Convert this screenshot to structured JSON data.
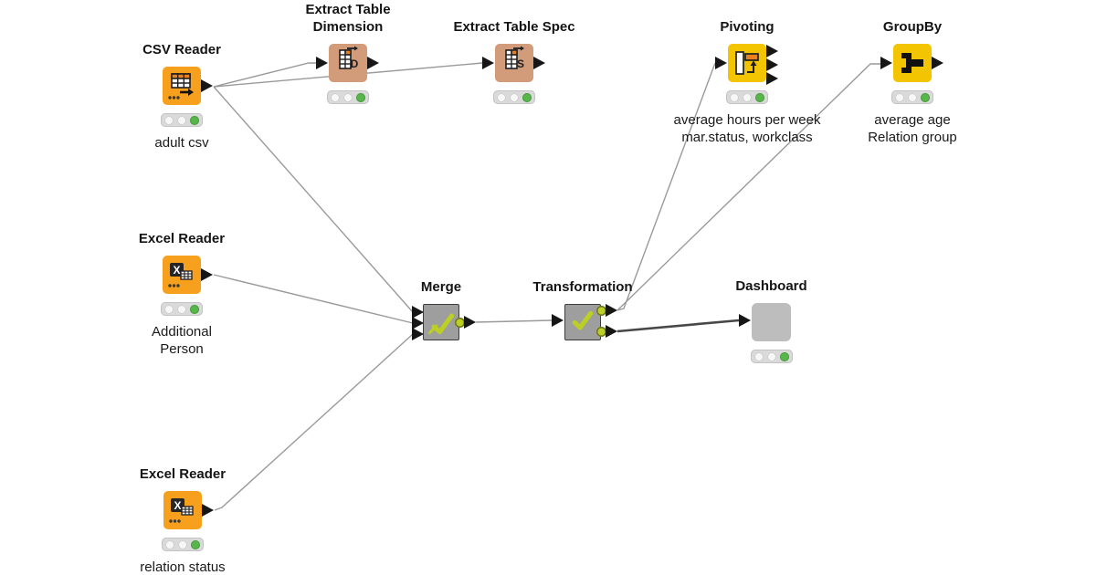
{
  "app": {
    "name": "workflow-editor-canvas",
    "background": "#FFFFFF"
  },
  "colors": {
    "reader_orange": "#F7A01E",
    "extract_tan": "#D29B7A",
    "aggregation_yellow": "#F3C500",
    "metanode_gray": "#9E9E9E",
    "component_gray": "#BDBDBD",
    "status_green": "#58B54B",
    "check_green": "#BBCF25",
    "edge_gray": "#9A9A9A",
    "edge_dark": "#474747",
    "port_black": "#161616",
    "icon_orange": "#E8821E"
  },
  "nodes": {
    "csv_reader": {
      "title": "CSV Reader",
      "icon": "csv-table-icon",
      "annotation": [
        "adult csv"
      ],
      "status": "executed"
    },
    "extract_table_dimension": {
      "title": "Extract Table Dimension",
      "icon": "table-dimension-icon",
      "status": "executed"
    },
    "extract_table_spec": {
      "title": "Extract Table Spec",
      "icon": "table-spec-icon",
      "status": "executed"
    },
    "pivoting": {
      "title": "Pivoting",
      "icon": "pivot-icon",
      "annotation": [
        "average hours per week",
        "mar.status, workclass"
      ],
      "status": "executed"
    },
    "groupby": {
      "title": "GroupBy",
      "icon": "groupby-icon",
      "annotation": [
        "average age",
        "Relation group"
      ],
      "status": "executed"
    },
    "excel_reader_1": {
      "title": "Excel Reader",
      "icon": "excel-table-icon",
      "annotation": [
        "Additional",
        "Person"
      ],
      "status": "executed"
    },
    "excel_reader_2": {
      "title": "Excel Reader",
      "icon": "excel-table-icon",
      "annotation": [
        "relation status"
      ],
      "status": "executed"
    },
    "merge": {
      "title": "Merge",
      "icon": "check-arrow-icon"
    },
    "transformation": {
      "title": "Transformation",
      "icon": "check-icon"
    },
    "dashboard": {
      "title": "Dashboard",
      "icon": "none",
      "status": "executed"
    }
  },
  "edges": [
    {
      "from": "csv_reader",
      "to": "extract_table_dimension"
    },
    {
      "from": "csv_reader",
      "to": "extract_table_spec"
    },
    {
      "from": "csv_reader",
      "to": "merge"
    },
    {
      "from": "excel_reader_1",
      "to": "merge"
    },
    {
      "from": "excel_reader_2",
      "to": "merge"
    },
    {
      "from": "merge",
      "to": "transformation"
    },
    {
      "from": "transformation",
      "to": "pivoting"
    },
    {
      "from": "transformation",
      "to": "groupby"
    },
    {
      "from": "transformation",
      "to": "dashboard"
    }
  ]
}
